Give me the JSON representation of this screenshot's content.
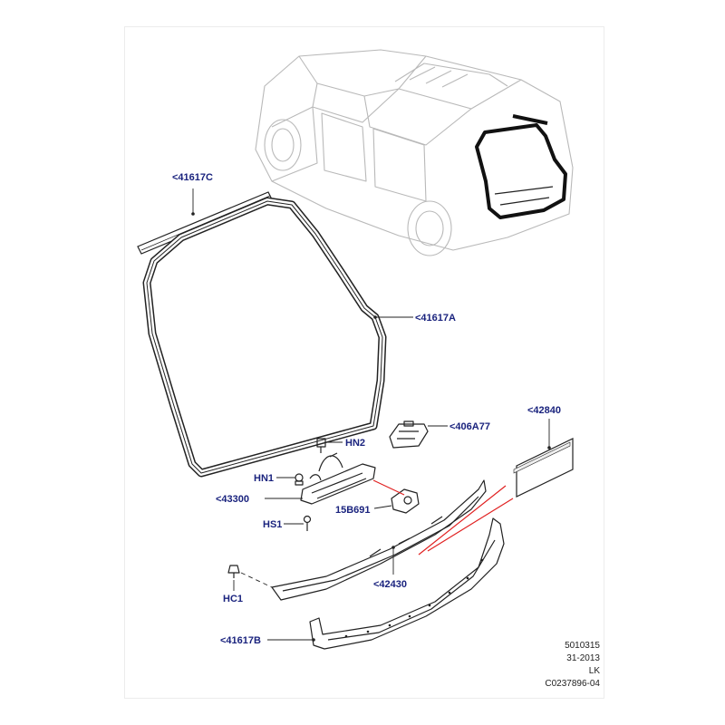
{
  "callouts": {
    "c41617C": "<41617C",
    "c41617A": "<41617A",
    "c406A77": "<406A77",
    "cHN2": "HN2",
    "c42840": "<42840",
    "cHN1": "HN1",
    "c43300": "<43300",
    "c15B691": "15B691",
    "cHS1": "HS1",
    "c42430": "<42430",
    "cHC1": "HC1",
    "c41617B": "<41617B"
  },
  "reference": {
    "line1": "5010315",
    "line2": "31-2013",
    "line3": "LK",
    "line4": "C0237896-04"
  },
  "colors": {
    "callout_text": "#1a237e",
    "line_art": "#222222",
    "vehicle_outline": "#b9b9b9",
    "highlight_lines": "#e02020"
  }
}
